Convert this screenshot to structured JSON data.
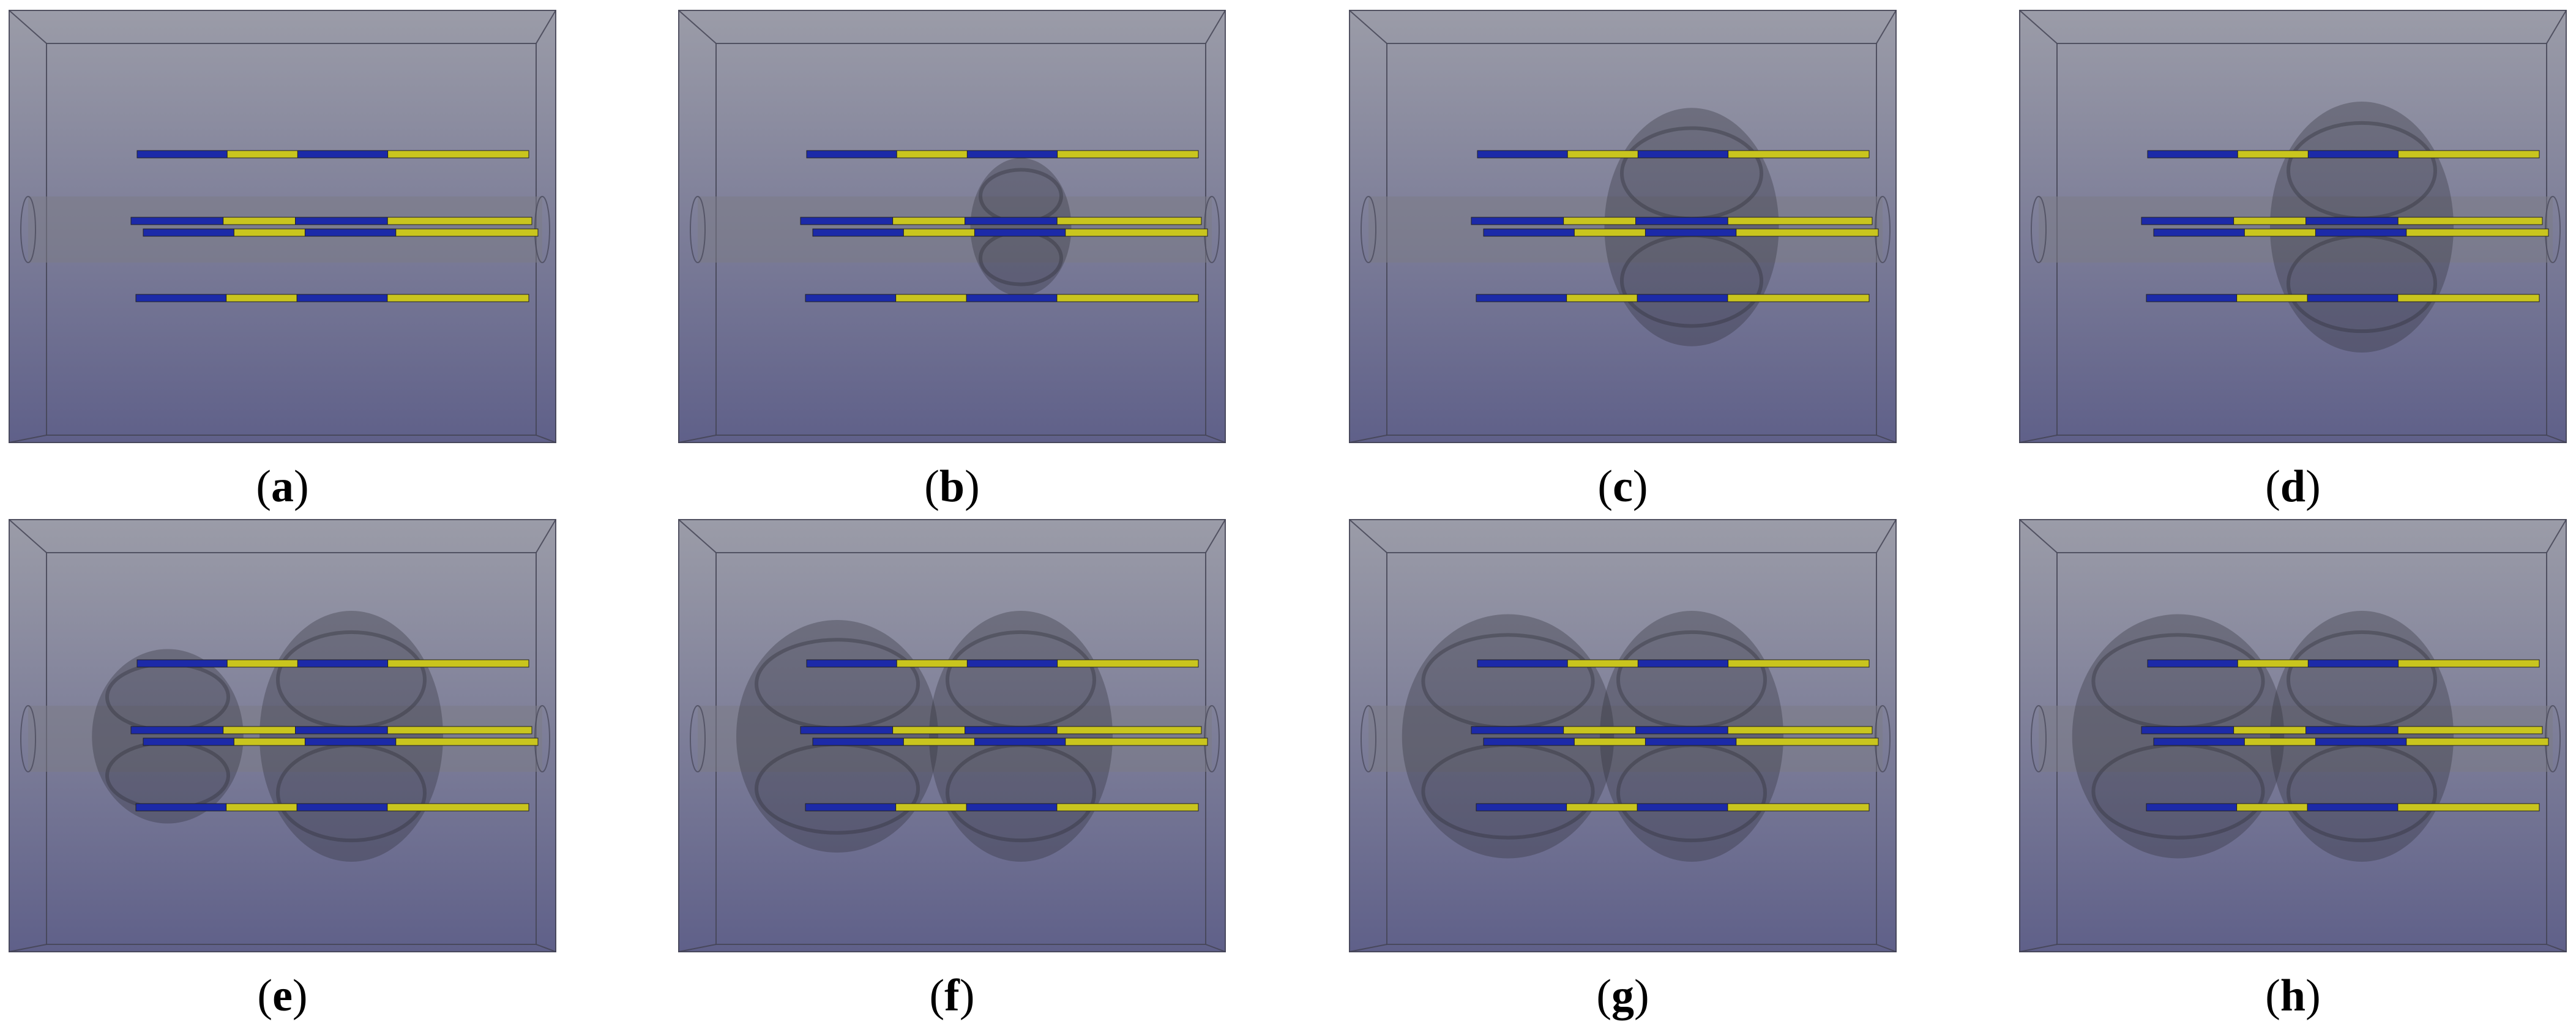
{
  "figure": {
    "panels": [
      {
        "id": "a",
        "label": "a",
        "growth_stage": 0,
        "open_paren": "(",
        "close_paren": ")"
      },
      {
        "id": "b",
        "label": "b",
        "growth_stage": 1,
        "open_paren": "(",
        "close_paren": ")"
      },
      {
        "id": "c",
        "label": "c",
        "growth_stage": 2,
        "open_paren": "(",
        "close_paren": ")"
      },
      {
        "id": "d",
        "label": "d",
        "growth_stage": 3,
        "open_paren": "(",
        "close_paren": ")"
      },
      {
        "id": "e",
        "label": "e",
        "growth_stage": 4,
        "open_paren": "(",
        "close_paren": ")"
      },
      {
        "id": "f",
        "label": "f",
        "growth_stage": 5,
        "open_paren": "(",
        "close_paren": ")"
      },
      {
        "id": "g",
        "label": "g",
        "growth_stage": 6,
        "open_paren": "(",
        "close_paren": ")"
      },
      {
        "id": "h",
        "label": "h",
        "growth_stage": 6,
        "open_paren": "(",
        "close_paren": ")"
      }
    ],
    "colors": {
      "box_top": "#9b9ca8",
      "box_bottom": "#5f6089",
      "box_edge": "#444455",
      "electrode_blue": "#1c2aa8",
      "electrode_yellow": "#c9c51e",
      "plume": "#2c2c34",
      "borehole": "#7b7b86"
    }
  }
}
